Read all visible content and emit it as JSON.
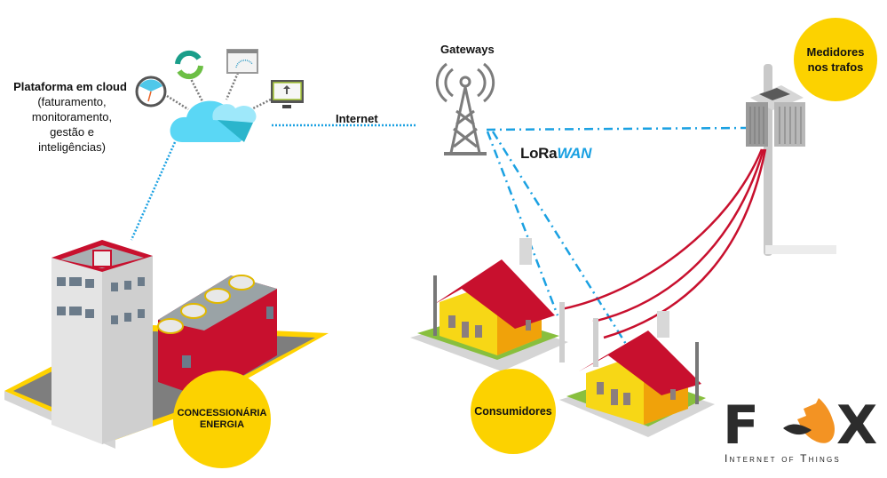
{
  "diagram": {
    "platform": {
      "title": "Plataforma em cloud",
      "description": "(faturamento,\nmonitoramento,\ngestão e\ninteligências)",
      "icons": [
        "clock-icon",
        "sync-icon",
        "dashboard-icon",
        "monitor-upload-icon",
        "cloud-icon"
      ]
    },
    "links": {
      "internet_label": "Internet",
      "gateways_label": "Gateways",
      "lorawan": {
        "part1": "LoRa",
        "part2": "WAN"
      }
    },
    "nodes": {
      "meters": "Medidores\nnos trafos",
      "utility": "CONCESSIONÁRIA\nENERGIA",
      "consumers": "Consumidores"
    },
    "logo": {
      "brand_left": "F",
      "brand_right": "X",
      "tagline": "Internet of Things"
    },
    "colors": {
      "accent_yellow": "#fcd200",
      "link_blue": "#1ba1e2",
      "power_red": "#c8102e",
      "fox_orange": "#f39323",
      "cloud_cyan": "#5ad7f5"
    }
  }
}
